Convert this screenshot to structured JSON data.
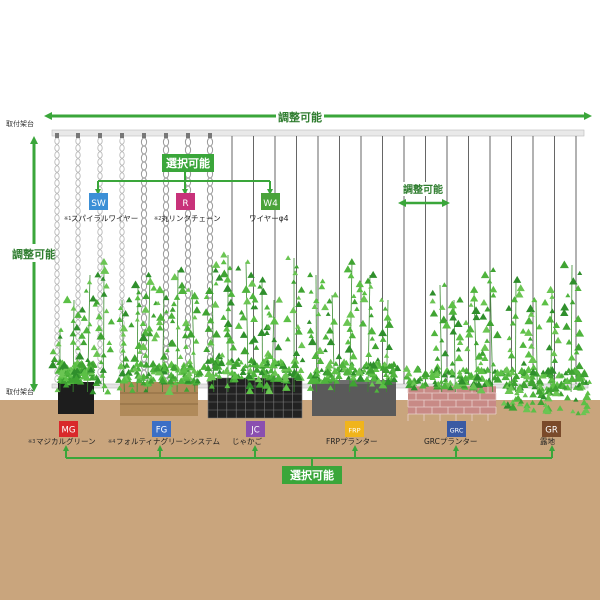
{
  "colors": {
    "ground": "#c9a57d",
    "green_arrow": "#3aa63a",
    "rail": "#cfcfcf",
    "leaf": "#4fb43d",
    "leaf_dark": "#2f8f2c",
    "bg": "#ffffff"
  },
  "labels": {
    "mount_top": "取付架台",
    "mount_bottom": "取付架台",
    "adjust_top": "調整可能",
    "adjust_left": "調整可能",
    "adjust_mid": "調整可能",
    "select_top": "選択可能",
    "select_bottom": "選択可能"
  },
  "wires": [
    {
      "code": "SW",
      "color": "#3b8fd6",
      "note": "※1",
      "name": "スパイラルワイヤー"
    },
    {
      "code": "R",
      "color": "#c8327a",
      "note": "※2",
      "name": "丸リンクチェーン"
    },
    {
      "code": "W4",
      "color": "#4aa33a",
      "note": "",
      "name": "ワイヤーφ4"
    }
  ],
  "planters": [
    {
      "code": "MG",
      "color": "#d9282b",
      "note": "※3",
      "name": "マジカルグリーン"
    },
    {
      "code": "FG",
      "color": "#3b6fc6",
      "note": "※4",
      "name": "フォルティナグリーンシステム"
    },
    {
      "code": "JC",
      "color": "#8a4fb0",
      "note": "",
      "name": "じゃかご"
    },
    {
      "code": "FRP",
      "color": "#f0b41c",
      "note": "",
      "name": "FRPプランター"
    },
    {
      "code": "GRC",
      "color": "#3a5aa3",
      "note": "",
      "name": "GRCプランター"
    },
    {
      "code": "GR",
      "color": "#7a4a2a",
      "note": "",
      "name": "露地"
    }
  ]
}
